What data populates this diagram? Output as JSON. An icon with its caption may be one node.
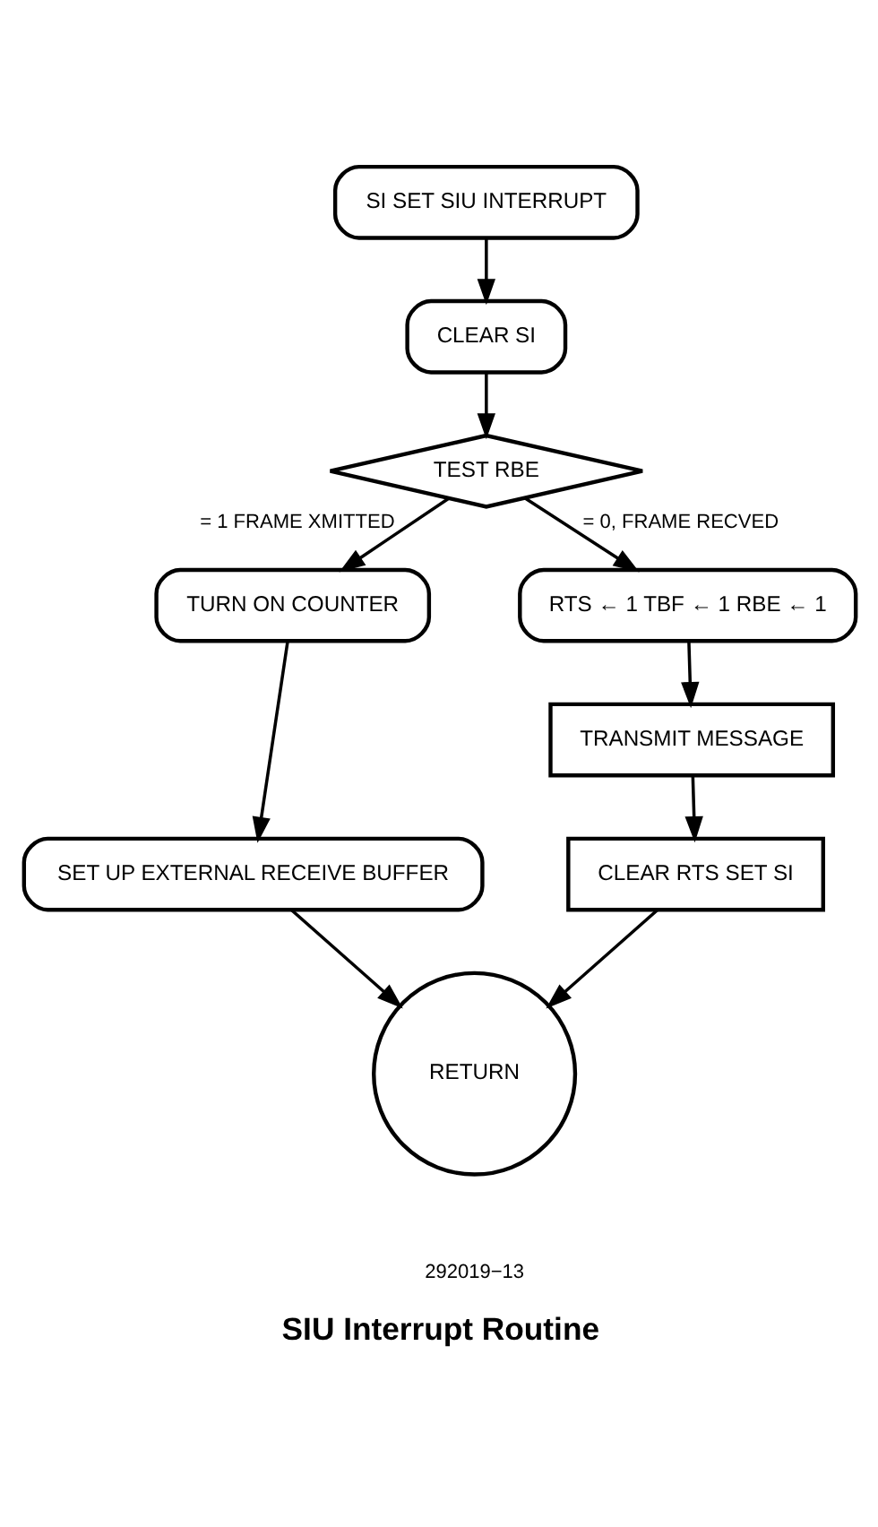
{
  "diagram": {
    "caption": "SIU Interrupt Routine",
    "nodes": [
      {
        "text": [
          "SI SET SIU INTERRUPT"
        ]
      },
      {
        "text": [
          "CLEAR SI"
        ]
      },
      {
        "text": [
          "TEST RBE"
        ]
      },
      {
        "text": [
          "TURN ON COUNTER"
        ]
      },
      {
        "text": [
          "SET UP EXTERNAL RECEIVE BUFFER"
        ]
      },
      {
        "text": [
          "RTS ← 1 TBF ← 1 RBE ← 1"
        ]
      },
      {
        "text": [
          "TRANSMIT MESSAGE"
        ]
      },
      {
        "text": [
          "CLEAR RTS SET SI"
        ]
      },
      {
        "text": [
          "RETURN"
        ]
      }
    ],
    "edges": [
      {
        "from": 0,
        "to": 1,
        "arrow": "to"
      },
      {
        "from": 1,
        "to": 2,
        "arrow": "to"
      },
      {
        "from": 2,
        "to": 5,
        "arrow": "to",
        "label": "= 0, FRAME RECVED"
      },
      {
        "from": 2,
        "to": 3,
        "arrow": "to",
        "label": "= 1 FRAME XMITTED"
      },
      {
        "from": 3,
        "to": 4,
        "arrow": "to"
      },
      {
        "from": 4,
        "to": 8,
        "arrow": "to"
      },
      {
        "from": 5,
        "to": 6,
        "arrow": "to"
      },
      {
        "from": 6,
        "to": 7,
        "arrow": "to"
      },
      {
        "from": 7,
        "to": 8,
        "arrow": "to"
      }
    ],
    "labels": [
      "292019−13"
    ]
  }
}
